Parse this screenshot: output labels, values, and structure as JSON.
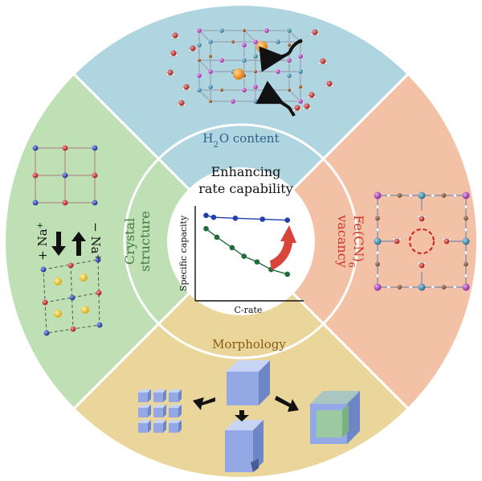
{
  "center": {
    "title_line1": "Enhancing",
    "title_line2": "rate capability",
    "ylabel": "Specific capacity",
    "xlabel": "C-rate"
  },
  "sectors": {
    "top": {
      "label_main": "H",
      "label_sub": "2",
      "label_rest": "O content",
      "color": "#aed5e0",
      "text_color": "#2e5f8a"
    },
    "right": {
      "label_main": "Fe(CN)",
      "label_sub": "6",
      "label_line2": "vacancy",
      "color": "#f3c2a6",
      "text_color": "#d0342c"
    },
    "bottom": {
      "label": "Morphology",
      "color": "#ead69a",
      "text_color": "#8a5a14"
    },
    "left": {
      "label_line1": "Crystal",
      "label_line2": "structure",
      "color": "#bfdfb5",
      "text_color": "#3f7a3a"
    }
  },
  "crystal": {
    "left_label": "+ Na",
    "left_sup": "+",
    "right_label": "− Na",
    "right_sup": "+"
  },
  "chart_data": {
    "type": "line",
    "title": "",
    "xlabel": "C-rate",
    "ylabel": "Specific capacity",
    "xlim": [
      0,
      1
    ],
    "ylim": [
      0,
      1
    ],
    "series": [
      {
        "x": [
          0.1,
          0.17,
          0.37,
          0.62,
          0.85
        ],
        "values": [
          0.9,
          0.88,
          0.87,
          0.86,
          0.85
        ]
      },
      {
        "x": [
          0.1,
          0.2,
          0.34,
          0.45,
          0.57,
          0.7,
          0.85
        ],
        "values": [
          0.76,
          0.67,
          0.56,
          0.47,
          0.41,
          0.33,
          0.28
        ]
      }
    ],
    "series_colors": [
      "#1f3eb0",
      "#1f6b3a"
    ],
    "arrow_color": "#d9453a"
  }
}
